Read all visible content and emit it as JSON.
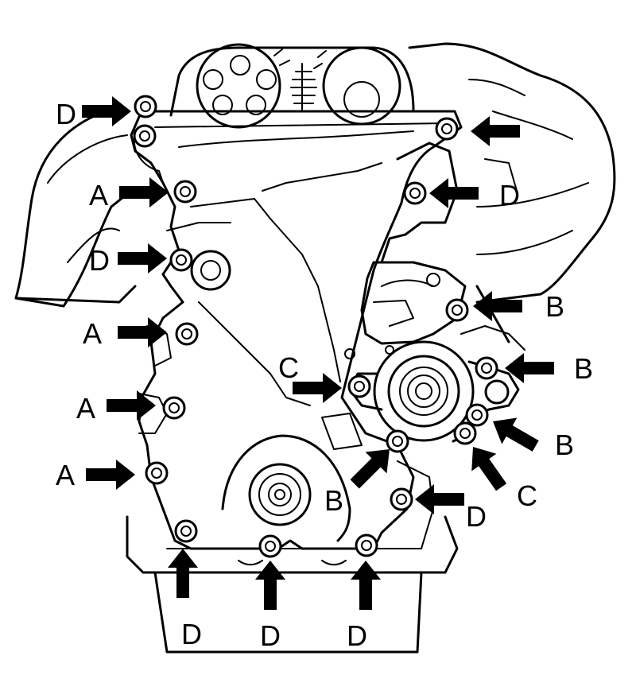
{
  "callouts": [
    {
      "id": "d-top-left",
      "label": "D"
    },
    {
      "id": "a-upper-left",
      "label": "A"
    },
    {
      "id": "d-left",
      "label": "D"
    },
    {
      "id": "a-mid-left-1",
      "label": "A"
    },
    {
      "id": "a-mid-left-2",
      "label": "A"
    },
    {
      "id": "a-lower-left",
      "label": "A"
    },
    {
      "id": "d-upper-right",
      "label": "D"
    },
    {
      "id": "b-right-1",
      "label": "B"
    },
    {
      "id": "b-right-2",
      "label": "B"
    },
    {
      "id": "c-center",
      "label": "C"
    },
    {
      "id": "b-right-3",
      "label": "B"
    },
    {
      "id": "c-lower-right",
      "label": "C"
    },
    {
      "id": "b-center-low",
      "label": "B"
    },
    {
      "id": "d-lower-right",
      "label": "D"
    },
    {
      "id": "d-bottom-1",
      "label": "D"
    },
    {
      "id": "d-bottom-2",
      "label": "D"
    },
    {
      "id": "d-bottom-3",
      "label": "D"
    }
  ]
}
